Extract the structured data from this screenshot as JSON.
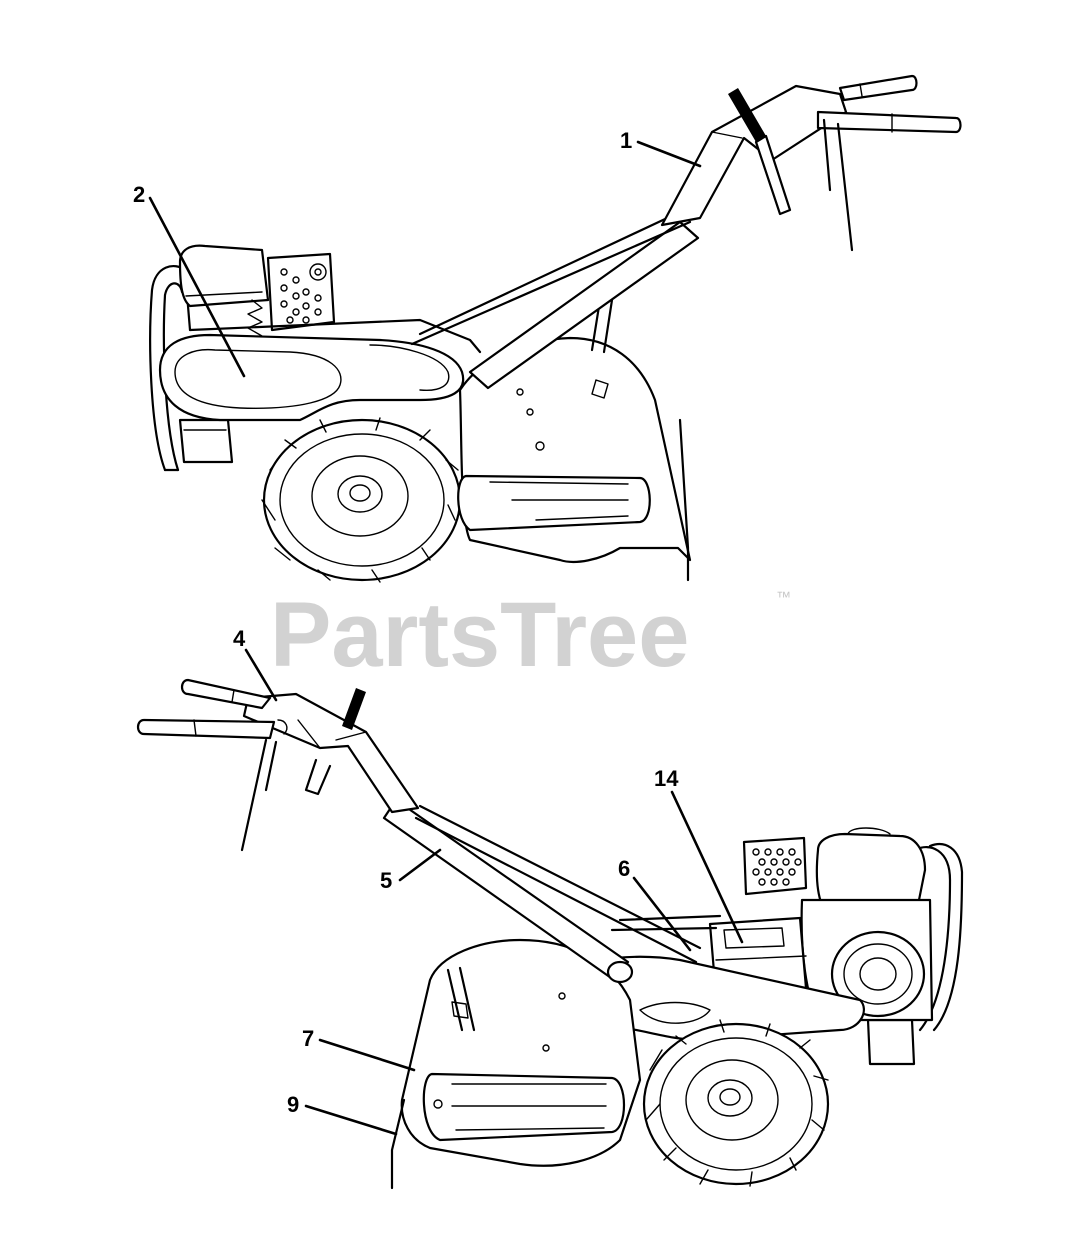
{
  "watermark": {
    "text": "PartsTree",
    "trademark": "™"
  },
  "callouts": [
    {
      "id": "c1",
      "label": "1"
    },
    {
      "id": "c2",
      "label": "2"
    },
    {
      "id": "c4",
      "label": "4"
    },
    {
      "id": "c5",
      "label": "5"
    },
    {
      "id": "c6",
      "label": "6"
    },
    {
      "id": "c7",
      "label": "7"
    },
    {
      "id": "c9",
      "label": "9"
    },
    {
      "id": "c14",
      "label": "14"
    }
  ]
}
